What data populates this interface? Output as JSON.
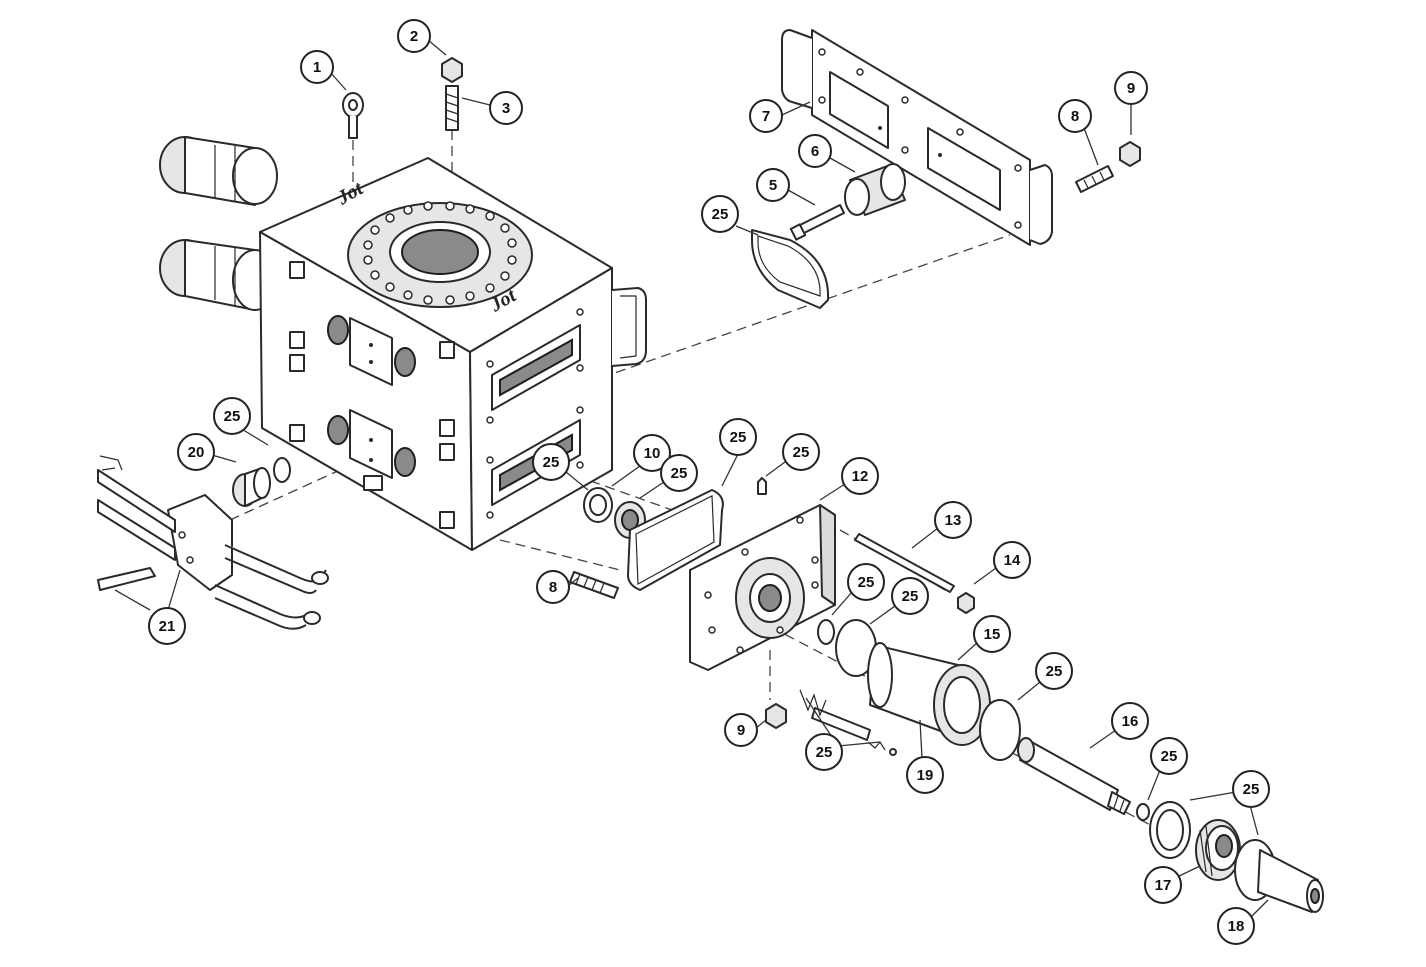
{
  "diagram": {
    "brand_marks": [
      "Jot",
      "Jot"
    ],
    "callouts": [
      {
        "id": "c1",
        "label": "1"
      },
      {
        "id": "c2",
        "label": "2"
      },
      {
        "id": "c3",
        "label": "3"
      },
      {
        "id": "c5",
        "label": "5"
      },
      {
        "id": "c6",
        "label": "6"
      },
      {
        "id": "c7",
        "label": "7"
      },
      {
        "id": "c8a",
        "label": "8"
      },
      {
        "id": "c9a",
        "label": "9"
      },
      {
        "id": "c25a",
        "label": "25"
      },
      {
        "id": "c25b",
        "label": "25"
      },
      {
        "id": "c20",
        "label": "20"
      },
      {
        "id": "c21",
        "label": "21"
      },
      {
        "id": "c25c",
        "label": "25"
      },
      {
        "id": "c10",
        "label": "10"
      },
      {
        "id": "c25d",
        "label": "25"
      },
      {
        "id": "c25e",
        "label": "25"
      },
      {
        "id": "c25f",
        "label": "25"
      },
      {
        "id": "c12",
        "label": "12"
      },
      {
        "id": "c13",
        "label": "13"
      },
      {
        "id": "c14",
        "label": "14"
      },
      {
        "id": "c8b",
        "label": "8"
      },
      {
        "id": "c25g",
        "label": "25"
      },
      {
        "id": "c25h",
        "label": "25"
      },
      {
        "id": "c15",
        "label": "15"
      },
      {
        "id": "c25i",
        "label": "25"
      },
      {
        "id": "c9b",
        "label": "9"
      },
      {
        "id": "c25j",
        "label": "25"
      },
      {
        "id": "c19",
        "label": "19"
      },
      {
        "id": "c16",
        "label": "16"
      },
      {
        "id": "c25k",
        "label": "25"
      },
      {
        "id": "c25l",
        "label": "25"
      },
      {
        "id": "c17",
        "label": "17"
      },
      {
        "id": "c18",
        "label": "18"
      }
    ]
  }
}
